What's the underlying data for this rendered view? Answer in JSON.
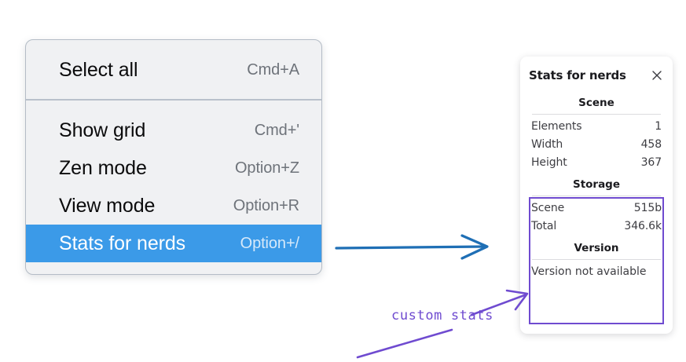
{
  "context_menu": {
    "groups": [
      {
        "items": [
          {
            "label": "Select all",
            "accel": "Cmd+A",
            "selected": false
          }
        ]
      },
      {
        "items": [
          {
            "label": "Show grid",
            "accel": "Cmd+'",
            "selected": false
          },
          {
            "label": "Zen mode",
            "accel": "Option+Z",
            "selected": false
          },
          {
            "label": "View mode",
            "accel": "Option+R",
            "selected": false
          },
          {
            "label": "Stats for nerds",
            "accel": "Option+/",
            "selected": true
          }
        ]
      }
    ],
    "selected_label": "Stats for nerds",
    "selected_accel": "Option+/",
    "highlight_color": "#3b9ae8"
  },
  "stats_panel": {
    "title": "Stats for nerds",
    "close_icon": "close-icon",
    "sections": [
      {
        "heading": "Scene",
        "rows": [
          {
            "key": "Elements",
            "value": "1"
          },
          {
            "key": "Width",
            "value": "458"
          },
          {
            "key": "Height",
            "value": "367"
          }
        ]
      },
      {
        "heading": "Storage",
        "rows": [
          {
            "key": "Scene",
            "value": "515b"
          },
          {
            "key": "Total",
            "value": "346.6k"
          }
        ]
      },
      {
        "heading": "Version",
        "free_text": "Version not available"
      }
    ],
    "highlight_border_color": "#6f4bd0"
  },
  "annotations": {
    "note_text": "custom stats",
    "note_color": "#6f4bd0",
    "arrow_color": "#1f6fb5"
  }
}
